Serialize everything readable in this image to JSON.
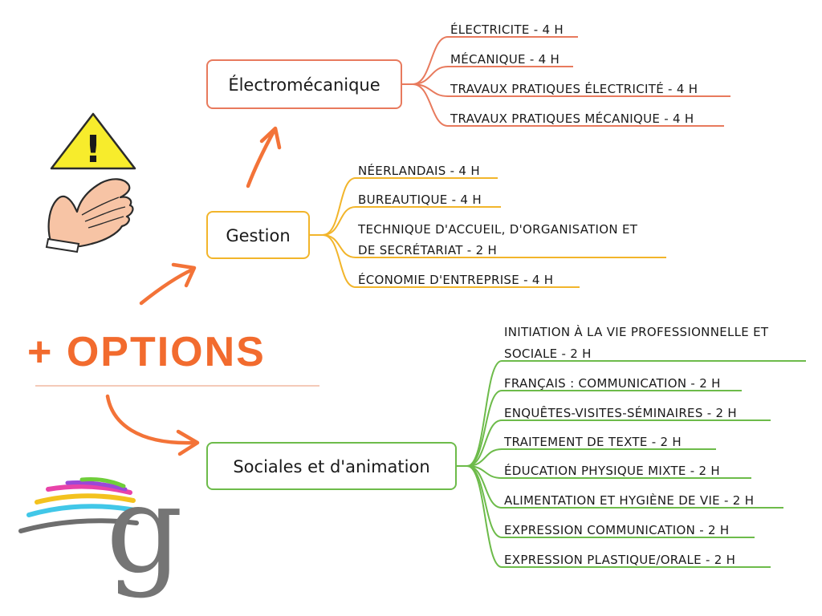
{
  "colors": {
    "orange": "#f37338",
    "orange_node": "#e87a5d",
    "gold": "#f2b52b",
    "green": "#6dbb4a",
    "title": "#f26b2e",
    "logo_gray": "#757575",
    "warning_yellow": "#f7ec2c",
    "skin": "#f7c4a5"
  },
  "title": "+ OPTIONS",
  "icons": [
    "warning-icon",
    "hand-icon",
    "logo-g-icon"
  ],
  "logo_letter": "g",
  "warning_mark": "!",
  "branches": [
    {
      "id": "electromecanique",
      "label": "Électromécanique",
      "color_key": "orange_node",
      "items": [
        {
          "lines": [
            "ÉLECTRICITE - 4 H"
          ]
        },
        {
          "lines": [
            "MÉCANIQUE - 4 H"
          ]
        },
        {
          "lines": [
            "TRAVAUX PRATIQUES ÉLECTRICITÉ - 4 H"
          ]
        },
        {
          "lines": [
            "TRAVAUX PRATIQUES MÉCANIQUE - 4 H"
          ]
        }
      ]
    },
    {
      "id": "gestion",
      "label": "Gestion",
      "color_key": "gold",
      "items": [
        {
          "lines": [
            "NÉERLANDAIS - 4 H"
          ]
        },
        {
          "lines": [
            "BUREAUTIQUE - 4 H"
          ]
        },
        {
          "lines": [
            "TECHNIQUE D'ACCUEIL, D'ORGANISATION ET",
            "DE SECRÉTARIAT - 2 H"
          ]
        },
        {
          "lines": [
            "ÉCONOMIE D'ENTREPRISE - 4 H"
          ]
        }
      ]
    },
    {
      "id": "sociales",
      "label": "Sociales et d'animation",
      "color_key": "green",
      "items": [
        {
          "lines": [
            "INITIATION À LA VIE PROFESSIONNELLE ET",
            "SOCIALE - 2 H"
          ]
        },
        {
          "lines": [
            "FRANÇAIS : COMMUNICATION - 2 H"
          ]
        },
        {
          "lines": [
            "ENQUÊTES-VISITES-SÉMINAIRES - 2 H"
          ]
        },
        {
          "lines": [
            "TRAITEMENT DE TEXTE - 2 H"
          ]
        },
        {
          "lines": [
            "ÉDUCATION PHYSIQUE MIXTE - 2 H"
          ]
        },
        {
          "lines": [
            "ALIMENTATION ET HYGIÈNE DE VIE - 2 H"
          ]
        },
        {
          "lines": [
            "EXPRESSION COMMUNICATION - 2 H"
          ]
        },
        {
          "lines": [
            "EXPRESSION PLASTIQUE/ORALE - 2 H"
          ]
        }
      ]
    }
  ]
}
